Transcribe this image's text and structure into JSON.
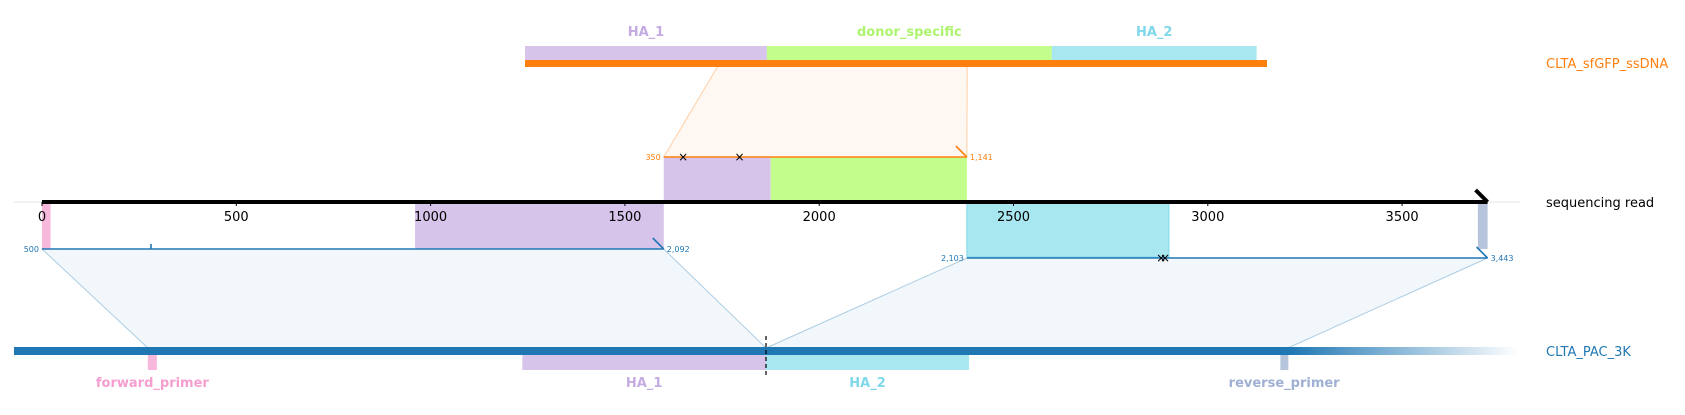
{
  "axis": {
    "ticks": [
      0,
      500,
      1000,
      1500,
      2000,
      2500,
      3000,
      3500
    ],
    "tick_labels": [
      "0",
      "500",
      "1000",
      "1500",
      "2000",
      "2500",
      "3000",
      "3500"
    ],
    "length": 3720
  },
  "tracks": {
    "read": {
      "name": "sequencing read",
      "color": "#000000"
    },
    "donor": {
      "name": "CLTA_sfGFP_ssDNA",
      "color": "#ff7f0e"
    },
    "genome": {
      "name": "CLTA_PAC_3K",
      "color": "#1f77b4"
    }
  },
  "colors": {
    "HA_1": "#d6c4ea",
    "donor_specific": "#c3fd8b",
    "HA_2": "#a8e6f0",
    "forward_primer": "#f8b8dc",
    "reverse_primer": "#b6c4dc"
  },
  "donor_features": [
    {
      "name": "HA_1",
      "start": 0,
      "end": 0.326,
      "label_color": "#c4abe3"
    },
    {
      "name": "donor_specific",
      "start": 0.326,
      "end": 0.71,
      "label_color": "#adf56e"
    },
    {
      "name": "HA_2",
      "start": 0.71,
      "end": 0.986,
      "label_color": "#7fd8ea"
    }
  ],
  "genome_features": [
    {
      "name": "forward_primer",
      "start": 0.089,
      "end": 0.095,
      "label_color": "#f69ecf"
    },
    {
      "name": "HA_1",
      "start": 0.338,
      "end": 0.5,
      "label_color": "#c4abe3"
    },
    {
      "name": "HA_2",
      "start": 0.5,
      "end": 0.635,
      "label_color": "#7fd8ea"
    },
    {
      "name": "reverse_primer",
      "start": 0.842,
      "end": 0.847,
      "label_color": "#9fb0d4"
    }
  ],
  "alignments": [
    {
      "track": "donor",
      "read_start": 1600,
      "read_end": 2380,
      "start_label": "350",
      "end_label": "1,141",
      "mismatches": [
        1650,
        1795
      ],
      "ref_start": 0.26,
      "ref_end": 0.596,
      "color": "#ff7f0e"
    },
    {
      "track": "genome",
      "read_start": 0,
      "read_end": 1600,
      "start_label": "500",
      "end_label": "2,092",
      "mismatches": [],
      "ref_start": 0.089,
      "ref_end": 0.5,
      "color": "#1f77b4"
    },
    {
      "track": "genome",
      "read_start": 2380,
      "read_end": 3720,
      "start_label": "2,103",
      "end_label": "3,443",
      "mismatches": [
        2880,
        2890
      ],
      "ref_start": 0.5,
      "ref_end": 0.847,
      "color": "#1f77b4"
    }
  ],
  "read_features": [
    {
      "name": "forward_primer",
      "start": 0,
      "end": 22,
      "side": "below"
    },
    {
      "name": "HA_1",
      "start": 960,
      "end": 1600,
      "side": "below"
    },
    {
      "name": "HA_1",
      "start": 1600,
      "end": 1875,
      "side": "above"
    },
    {
      "name": "donor_specific",
      "start": 1875,
      "end": 2380,
      "side": "above"
    },
    {
      "name": "HA_2",
      "start": 2380,
      "end": 2900,
      "side": "below"
    },
    {
      "name": "reverse_primer",
      "start": 3695,
      "end": 3720,
      "side": "below"
    }
  ]
}
